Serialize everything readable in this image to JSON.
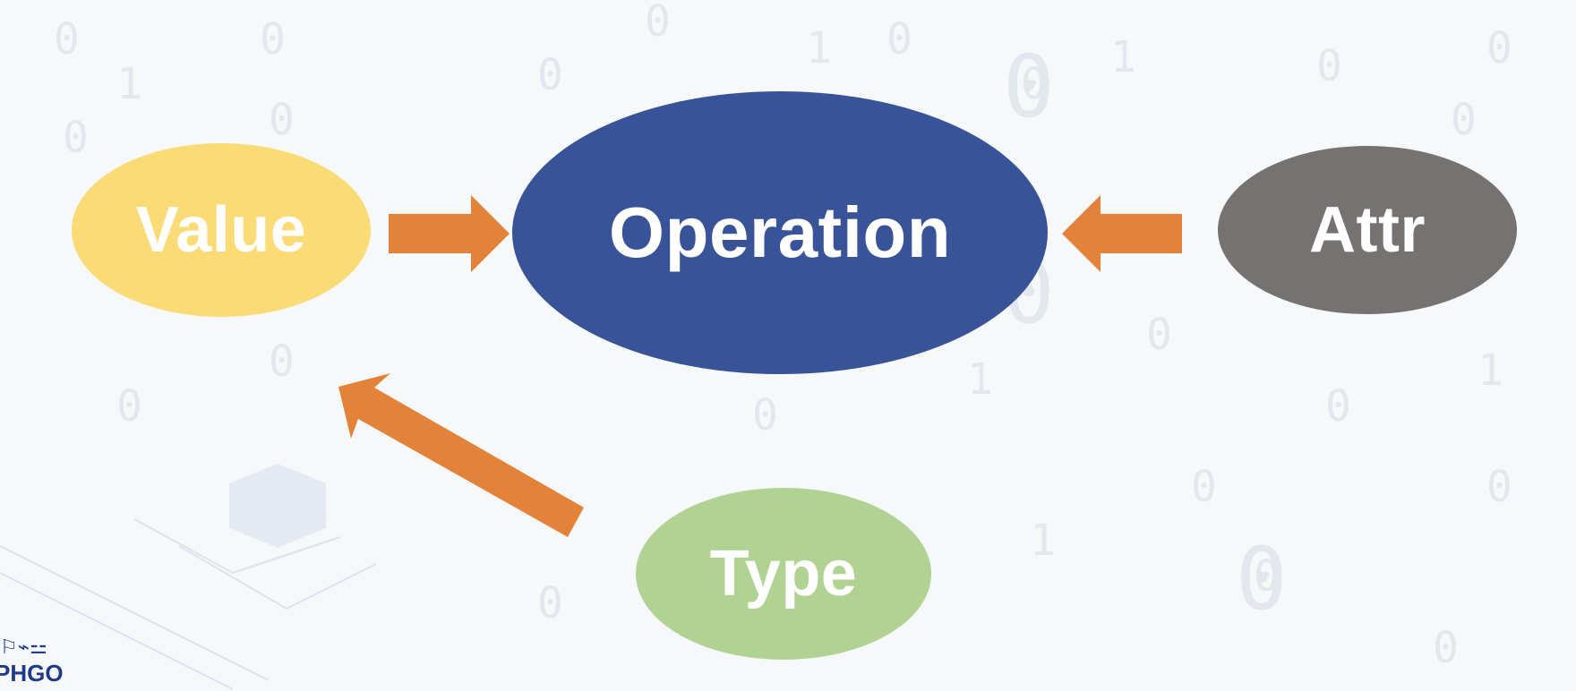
{
  "diagram": {
    "nodes": {
      "value": {
        "label": "Value",
        "color": "#fadb75"
      },
      "operation": {
        "label": "Operation",
        "color": "#385397"
      },
      "attr": {
        "label": "Attr",
        "color": "#777272"
      },
      "type": {
        "label": "Type",
        "color": "#b0d394"
      }
    },
    "arrow_color": "#e3833a",
    "edges": [
      {
        "from": "Value",
        "to": "Operation"
      },
      {
        "from": "Attr",
        "to": "Operation"
      },
      {
        "from": "Type",
        "to": "Value"
      }
    ]
  },
  "logo": {
    "text": "PHGO",
    "icon": "circuit-logo-icon"
  }
}
